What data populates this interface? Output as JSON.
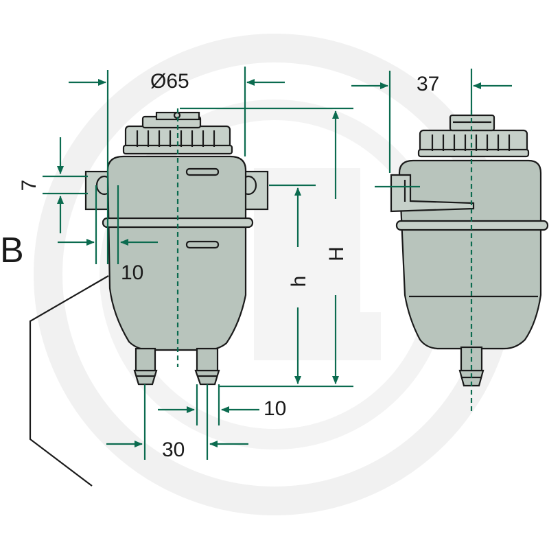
{
  "diagram": {
    "view_label": "B",
    "dimensions": {
      "diameter": "Ø65",
      "cap_offset": "37",
      "flange_thickness": "7",
      "flange_width": "10",
      "outlet_gap": "10",
      "outlet_spacing": "30",
      "height_total": "H",
      "height_outlet": "h"
    },
    "colors": {
      "dimension_lines": "#0b6b4f",
      "tank_fill": "#b8c4bc",
      "outline": "#1a1a1a",
      "watermark": "#f1f1f1"
    }
  }
}
